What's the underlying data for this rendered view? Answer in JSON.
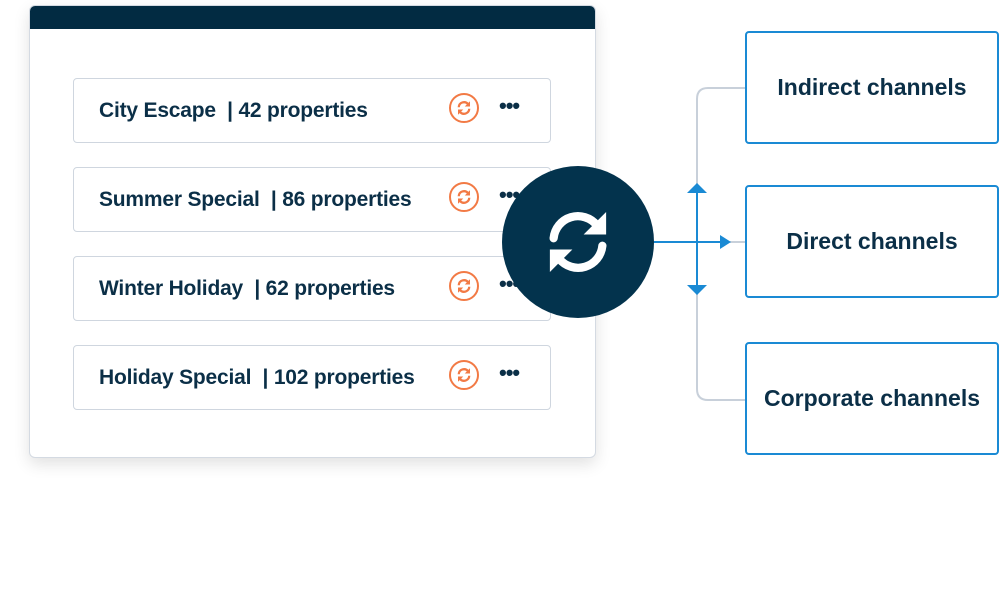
{
  "packages": [
    {
      "name": "City Escape",
      "properties": "| 42 properties"
    },
    {
      "name": "Summer Special",
      "properties": "| 86 properties"
    },
    {
      "name": "Winter Holiday",
      "properties": "| 62 properties"
    },
    {
      "name": "Holiday Special",
      "properties": "| 102 properties"
    }
  ],
  "row_icons": {
    "sync": "sync-icon",
    "more": "more-dots-icon"
  },
  "more_glyph": "•••",
  "channels": [
    "Indirect channels",
    "Direct channels",
    "Corporate channels"
  ],
  "colors": {
    "navy": "#03334d",
    "blue": "#1a8ad4",
    "orange": "#f27a45",
    "gray": "#c8d0da"
  }
}
